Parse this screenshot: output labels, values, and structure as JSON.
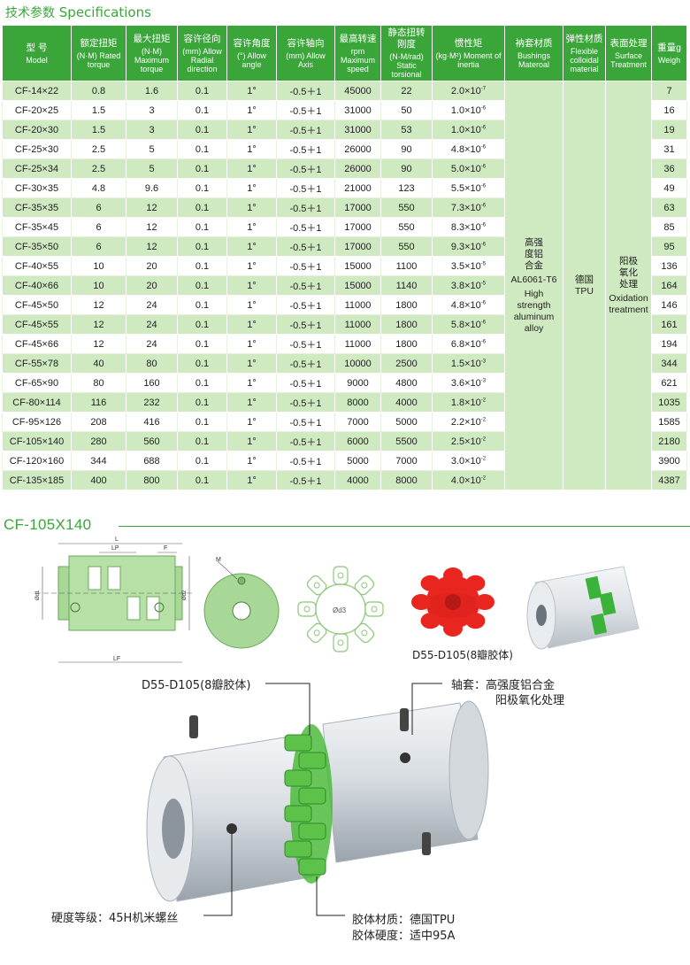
{
  "title": {
    "cn": "技术参数",
    "en": "Specifications"
  },
  "table": {
    "headers": [
      {
        "cn": "型 号",
        "en": "Model"
      },
      {
        "cn": "额定扭矩",
        "en": "(N·M) Rated torque"
      },
      {
        "cn": "最大扭矩",
        "en": "(N·M) Maximum torque"
      },
      {
        "cn": "容许径向",
        "en": "(mm) Allow Radial direction"
      },
      {
        "cn": "容许角度",
        "en": "(°) Allow angle"
      },
      {
        "cn": "容许轴向",
        "en": "(mm) Allow Axis"
      },
      {
        "cn": "最高转速",
        "en": "rpm Maximum speed"
      },
      {
        "cn": "静态扭转 刚度",
        "en": "(N·M/rad) Static torsional"
      },
      {
        "cn": "惯性矩",
        "en": "(kg·M²) Moment of inertia"
      },
      {
        "cn": "衲套材质",
        "en": "Bushings Materoal"
      },
      {
        "cn": "弹性材质",
        "en": "Flexible colloidal material"
      },
      {
        "cn": "表面处理",
        "en": "Surface Treatment"
      },
      {
        "cn": "重量g",
        "en": "Weigh"
      }
    ],
    "rows": [
      {
        "model": "CF-14×22",
        "rated": "0.8",
        "max": "1.6",
        "radial": "0.1",
        "angle": "1°",
        "axis": "-0.5＋1",
        "speed": "45000",
        "stiff": "22",
        "inertia": "2.0×10",
        "exp": "-7",
        "weight": "7"
      },
      {
        "model": "CF-20×25",
        "rated": "1.5",
        "max": "3",
        "radial": "0.1",
        "angle": "1°",
        "axis": "-0.5＋1",
        "speed": "31000",
        "stiff": "50",
        "inertia": "1.0×10",
        "exp": "-6",
        "weight": "16"
      },
      {
        "model": "CF-20×30",
        "rated": "1.5",
        "max": "3",
        "radial": "0.1",
        "angle": "1°",
        "axis": "-0.5＋1",
        "speed": "31000",
        "stiff": "53",
        "inertia": "1.0×10",
        "exp": "-6",
        "weight": "19"
      },
      {
        "model": "CF-25×30",
        "rated": "2.5",
        "max": "5",
        "radial": "0.1",
        "angle": "1°",
        "axis": "-0.5＋1",
        "speed": "26000",
        "stiff": "90",
        "inertia": "4.8×10",
        "exp": "-6",
        "weight": "31"
      },
      {
        "model": "CF-25×34",
        "rated": "2.5",
        "max": "5",
        "radial": "0.1",
        "angle": "1°",
        "axis": "-0.5＋1",
        "speed": "26000",
        "stiff": "90",
        "inertia": "5.0×10",
        "exp": "-6",
        "weight": "36"
      },
      {
        "model": "CF-30×35",
        "rated": "4.8",
        "max": "9.6",
        "radial": "0.1",
        "angle": "1°",
        "axis": "-0.5＋1",
        "speed": "21000",
        "stiff": "123",
        "inertia": "5.5×10",
        "exp": "-6",
        "weight": "49"
      },
      {
        "model": "CF-35×35",
        "rated": "6",
        "max": "12",
        "radial": "0.1",
        "angle": "1°",
        "axis": "-0.5＋1",
        "speed": "17000",
        "stiff": "550",
        "inertia": "7.3×10",
        "exp": "-6",
        "weight": "63"
      },
      {
        "model": "CF-35×45",
        "rated": "6",
        "max": "12",
        "radial": "0.1",
        "angle": "1°",
        "axis": "-0.5＋1",
        "speed": "17000",
        "stiff": "550",
        "inertia": "8.3×10",
        "exp": "-6",
        "weight": "85"
      },
      {
        "model": "CF-35×50",
        "rated": "6",
        "max": "12",
        "radial": "0.1",
        "angle": "1°",
        "axis": "-0.5＋1",
        "speed": "17000",
        "stiff": "550",
        "inertia": "9.3×10",
        "exp": "-6",
        "weight": "95"
      },
      {
        "model": "CF-40×55",
        "rated": "10",
        "max": "20",
        "radial": "0.1",
        "angle": "1°",
        "axis": "-0.5＋1",
        "speed": "15000",
        "stiff": "1100",
        "inertia": "3.5×10",
        "exp": "-5",
        "weight": "136"
      },
      {
        "model": "CF-40×66",
        "rated": "10",
        "max": "20",
        "radial": "0.1",
        "angle": "1°",
        "axis": "-0.5＋1",
        "speed": "15000",
        "stiff": "1140",
        "inertia": "3.8×10",
        "exp": "-5",
        "weight": "164"
      },
      {
        "model": "CF-45×50",
        "rated": "12",
        "max": "24",
        "radial": "0.1",
        "angle": "1°",
        "axis": "-0.5＋1",
        "speed": "11000",
        "stiff": "1800",
        "inertia": "4.8×10",
        "exp": "-6",
        "weight": "146"
      },
      {
        "model": "CF-45×55",
        "rated": "12",
        "max": "24",
        "radial": "0.1",
        "angle": "1°",
        "axis": "-0.5＋1",
        "speed": "11000",
        "stiff": "1800",
        "inertia": "5.8×10",
        "exp": "-6",
        "weight": "161"
      },
      {
        "model": "CF-45×66",
        "rated": "12",
        "max": "24",
        "radial": "0.1",
        "angle": "1°",
        "axis": "-0.5＋1",
        "speed": "11000",
        "stiff": "1800",
        "inertia": "6.8×10",
        "exp": "-6",
        "weight": "194"
      },
      {
        "model": "CF-55×78",
        "rated": "40",
        "max": "80",
        "radial": "0.1",
        "angle": "1°",
        "axis": "-0.5＋1",
        "speed": "10000",
        "stiff": "2500",
        "inertia": "1.5×10",
        "exp": "-3",
        "weight": "344"
      },
      {
        "model": "CF-65×90",
        "rated": "80",
        "max": "160",
        "radial": "0.1",
        "angle": "1°",
        "axis": "-0.5＋1",
        "speed": "9000",
        "stiff": "4800",
        "inertia": "3.6×10",
        "exp": "-3",
        "weight": "621"
      },
      {
        "model": "CF-80×114",
        "rated": "116",
        "max": "232",
        "radial": "0.1",
        "angle": "1°",
        "axis": "-0.5＋1",
        "speed": "8000",
        "stiff": "4000",
        "inertia": "1.8×10",
        "exp": "-2",
        "weight": "1035"
      },
      {
        "model": "CF-95×126",
        "rated": "208",
        "max": "416",
        "radial": "0.1",
        "angle": "1°",
        "axis": "-0.5＋1",
        "speed": "7000",
        "stiff": "5000",
        "inertia": "2.2×10",
        "exp": "-2",
        "weight": "1585"
      },
      {
        "model": "CF-105×140",
        "rated": "280",
        "max": "560",
        "radial": "0.1",
        "angle": "1°",
        "axis": "-0.5＋1",
        "speed": "6000",
        "stiff": "5500",
        "inertia": "2.5×10",
        "exp": "-2",
        "weight": "2180"
      },
      {
        "model": "CF-120×160",
        "rated": "344",
        "max": "688",
        "radial": "0.1",
        "angle": "1°",
        "axis": "-0.5＋1",
        "speed": "5000",
        "stiff": "7000",
        "inertia": "3.0×10",
        "exp": "-2",
        "weight": "3900"
      },
      {
        "model": "CF-135×185",
        "rated": "400",
        "max": "800",
        "radial": "0.1",
        "angle": "1°",
        "axis": "-0.5＋1",
        "speed": "4000",
        "stiff": "8000",
        "inertia": "4.0×10",
        "exp": "-2",
        "weight": "4387"
      }
    ],
    "bushing": [
      "高强",
      "度铝",
      "合金",
      "AL6061-T6",
      "High",
      "strength",
      "aluminum",
      "alloy"
    ],
    "flexible": [
      "德国",
      "TPU"
    ],
    "surface": [
      "阳极",
      "氧化",
      "处理",
      "Oxidation",
      "treatment"
    ]
  },
  "section_title": "CF-105X140",
  "drawing": {
    "dim_L": "L",
    "dim_LP": "LP",
    "dim_F": "F",
    "dim_LF": "LF",
    "dim_d1": "Ød1",
    "dim_d2": "Ød2",
    "dim_M": "M",
    "dim_d3": "Ød3",
    "spider_caption": "D55-D105(8瓣胶体)"
  },
  "callouts": {
    "spider": "D55-D105(8瓣胶体)",
    "hub_line1": "轴套：高强度铝合金",
    "hub_line2": "阳极氧化处理",
    "screw": "硬度等级：45H机米螺丝",
    "material_line1": "胶体材质：德国TPU",
    "material_line2": "胶体硬度：适中95A"
  },
  "colors": {
    "accent": "#3aa63a",
    "row_tint": "#cfe9c0",
    "spider_red": "#e8261f",
    "spider_green": "#5cc24a"
  }
}
